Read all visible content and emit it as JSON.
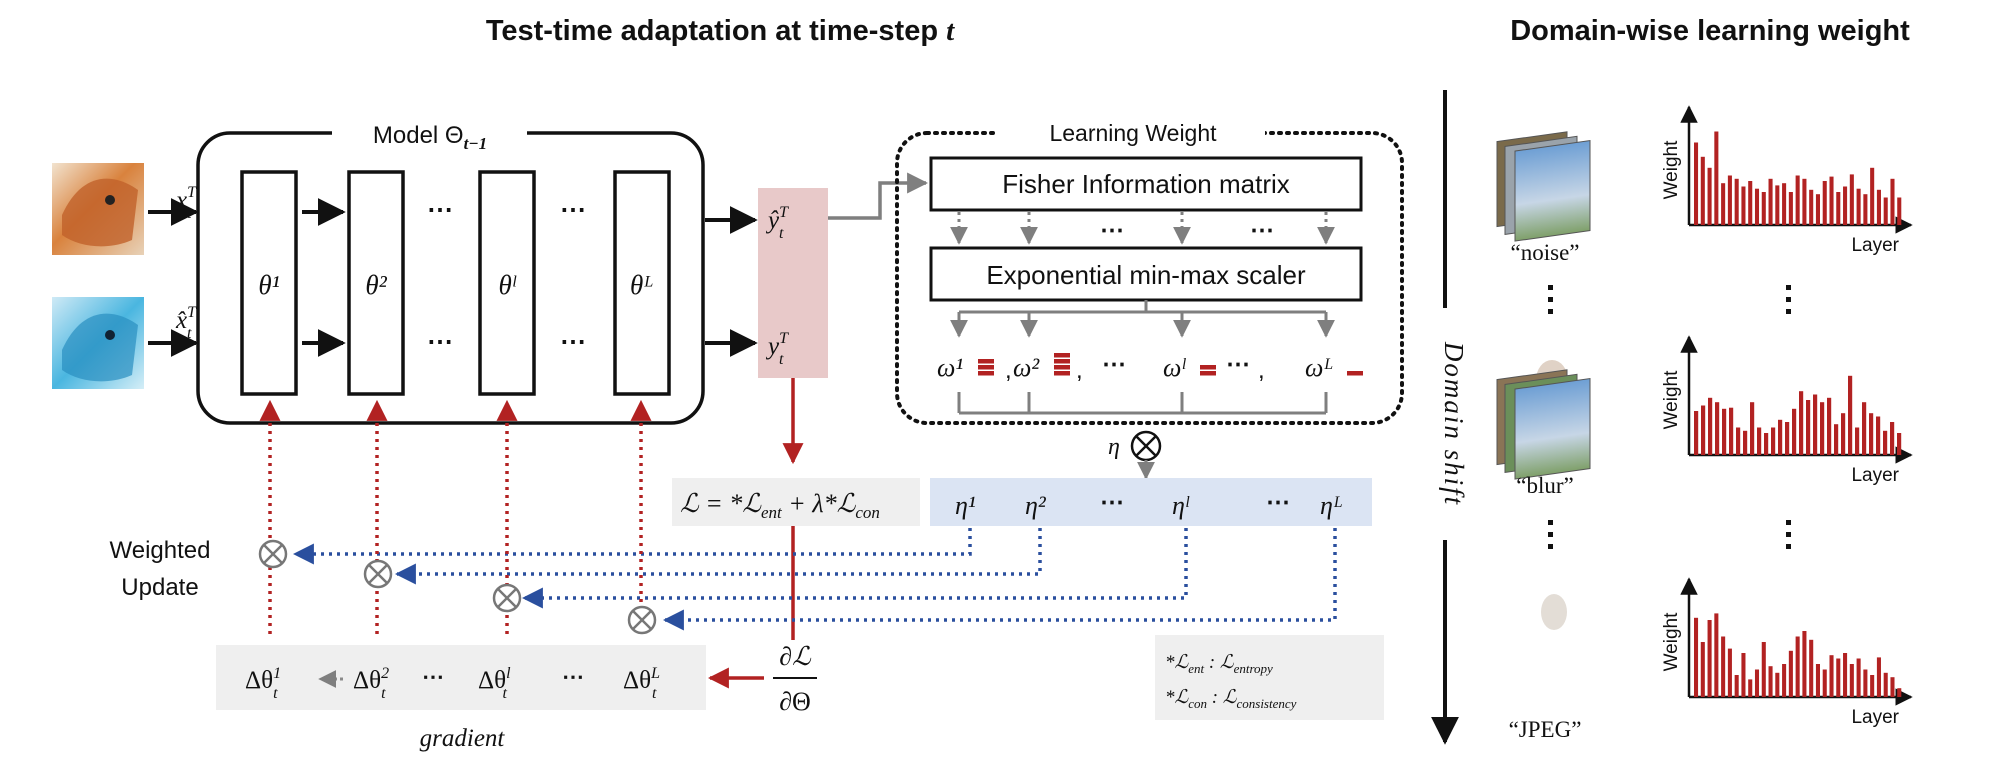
{
  "titles": {
    "left": "Test-time adaptation at time-step ",
    "left_var": "t",
    "right": "Domain-wise learning weight"
  },
  "model": {
    "label": "Model Θ",
    "label_sub": "t−1",
    "layers": [
      "θ¹",
      "θ²",
      "θˡ",
      "θᴸ"
    ],
    "ellipsis": "⋯"
  },
  "inputs": {
    "x_label": "x",
    "x_super": "T",
    "x_sub": "t",
    "xhat_label": "x̂",
    "xhat_super": "T",
    "xhat_sub": "t"
  },
  "outputs": {
    "yhat_label": "ŷ",
    "y_label": "y",
    "super": "T",
    "sub": "t"
  },
  "learning_weight": {
    "title": "Learning Weight",
    "fisher": "Fisher Information matrix",
    "scaler": "Exponential min-max scaler",
    "omegas": [
      "ω¹",
      "ω²",
      "ωˡ",
      "ωᴸ"
    ],
    "omega_bars": [
      3,
      4,
      2,
      1
    ],
    "eta": "η",
    "dots": "⋯"
  },
  "loss": {
    "text": "ℒ = *ℒ",
    "ent_sub": "ent",
    "mid": " + λ*ℒ",
    "con_sub": "con"
  },
  "etas": [
    "η¹",
    "η²",
    "⋯",
    "ηˡ",
    "⋯",
    "ηᴸ"
  ],
  "weighted_update": [
    "Weighted",
    "Update"
  ],
  "gradient": {
    "label": "gradient",
    "terms": [
      "Δθ",
      "Δθ",
      "Δθ",
      "Δθ"
    ],
    "term_sups": [
      "1",
      "2",
      "l",
      "L"
    ],
    "term_sub": "t",
    "dLdTheta_top": "∂ℒ",
    "dLdTheta_bottom": "∂Θ"
  },
  "legend": {
    "line1_a": "*ℒ",
    "line1_sub": "ent",
    "line1_b": " : ℒ",
    "line1_sub2": "entropy",
    "line2_a": "*ℒ",
    "line2_sub": "con",
    "line2_b": " : ℒ",
    "line2_sub2": "consistency"
  },
  "domain_shift": {
    "label": "Domain shift",
    "domains": [
      "“noise”",
      "“blur”",
      "“JPEG”"
    ],
    "ylabel": "Weight",
    "xlabel": "Layer"
  },
  "colors": {
    "red": "#b22222",
    "blue": "#2a4f9e",
    "pink": "#e8c9c9",
    "lightblue": "#dbe4f3",
    "grey": "#7f7f7f",
    "panel": "#efefef"
  },
  "chart_data": [
    {
      "type": "bar",
      "domain": "noise",
      "xlabel": "Layer",
      "ylabel": "Weight",
      "values": [
        0.75,
        0.62,
        0.52,
        0.85,
        0.38,
        0.45,
        0.42,
        0.35,
        0.4,
        0.33,
        0.3,
        0.42,
        0.36,
        0.38,
        0.3,
        0.45,
        0.42,
        0.32,
        0.28,
        0.4,
        0.44,
        0.3,
        0.35,
        0.46,
        0.33,
        0.28,
        0.52,
        0.32,
        0.25,
        0.42,
        0.25
      ]
    },
    {
      "type": "bar",
      "domain": "blur",
      "xlabel": "Layer",
      "ylabel": "Weight",
      "values": [
        0.4,
        0.45,
        0.52,
        0.48,
        0.42,
        0.43,
        0.25,
        0.22,
        0.48,
        0.25,
        0.2,
        0.25,
        0.32,
        0.3,
        0.42,
        0.58,
        0.5,
        0.55,
        0.48,
        0.52,
        0.28,
        0.38,
        0.72,
        0.25,
        0.48,
        0.38,
        0.35,
        0.22,
        0.3,
        0.2
      ]
    },
    {
      "type": "bar",
      "domain": "JPEG",
      "xlabel": "Layer",
      "ylabel": "Weight",
      "values": [
        0.72,
        0.5,
        0.7,
        0.76,
        0.55,
        0.44,
        0.2,
        0.4,
        0.16,
        0.25,
        0.5,
        0.28,
        0.22,
        0.3,
        0.42,
        0.55,
        0.6,
        0.52,
        0.3,
        0.25,
        0.38,
        0.35,
        0.4,
        0.3,
        0.35,
        0.25,
        0.2,
        0.36,
        0.22,
        0.18,
        0.08
      ]
    }
  ]
}
